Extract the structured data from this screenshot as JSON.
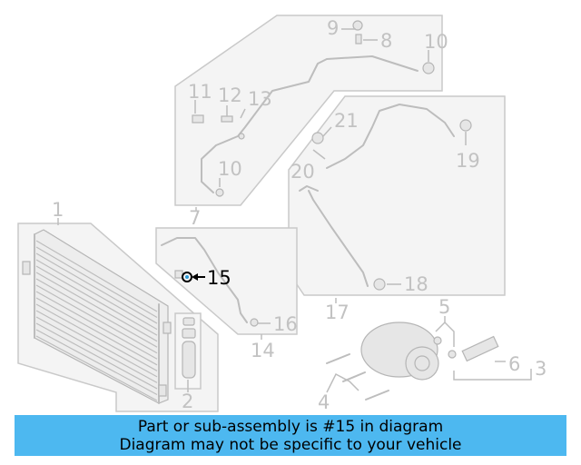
{
  "diagram": {
    "callouts": {
      "c1": "1",
      "c2": "2",
      "c3": "3",
      "c4": "4",
      "c5": "5",
      "c6": "6",
      "c7": "7",
      "c8": "8",
      "c9": "9",
      "c10a": "10",
      "c10b": "10",
      "c11": "11",
      "c12": "12",
      "c13": "13",
      "c14": "14",
      "c15": "15",
      "c16": "16",
      "c17": "17",
      "c18": "18",
      "c19": "19",
      "c20": "20",
      "c21": "21"
    },
    "highlighted_part": "15",
    "colors": {
      "panel_fill": "#f4f4f4",
      "panel_stroke": "#c9c9c9",
      "part_stroke": "#bdbdbd",
      "highlight": "#000000",
      "banner_background": "#4db8f0"
    }
  },
  "banner": {
    "line1": "Part or sub-assembly is #15 in diagram",
    "line2": "Diagram may not be specific to your vehicle"
  }
}
